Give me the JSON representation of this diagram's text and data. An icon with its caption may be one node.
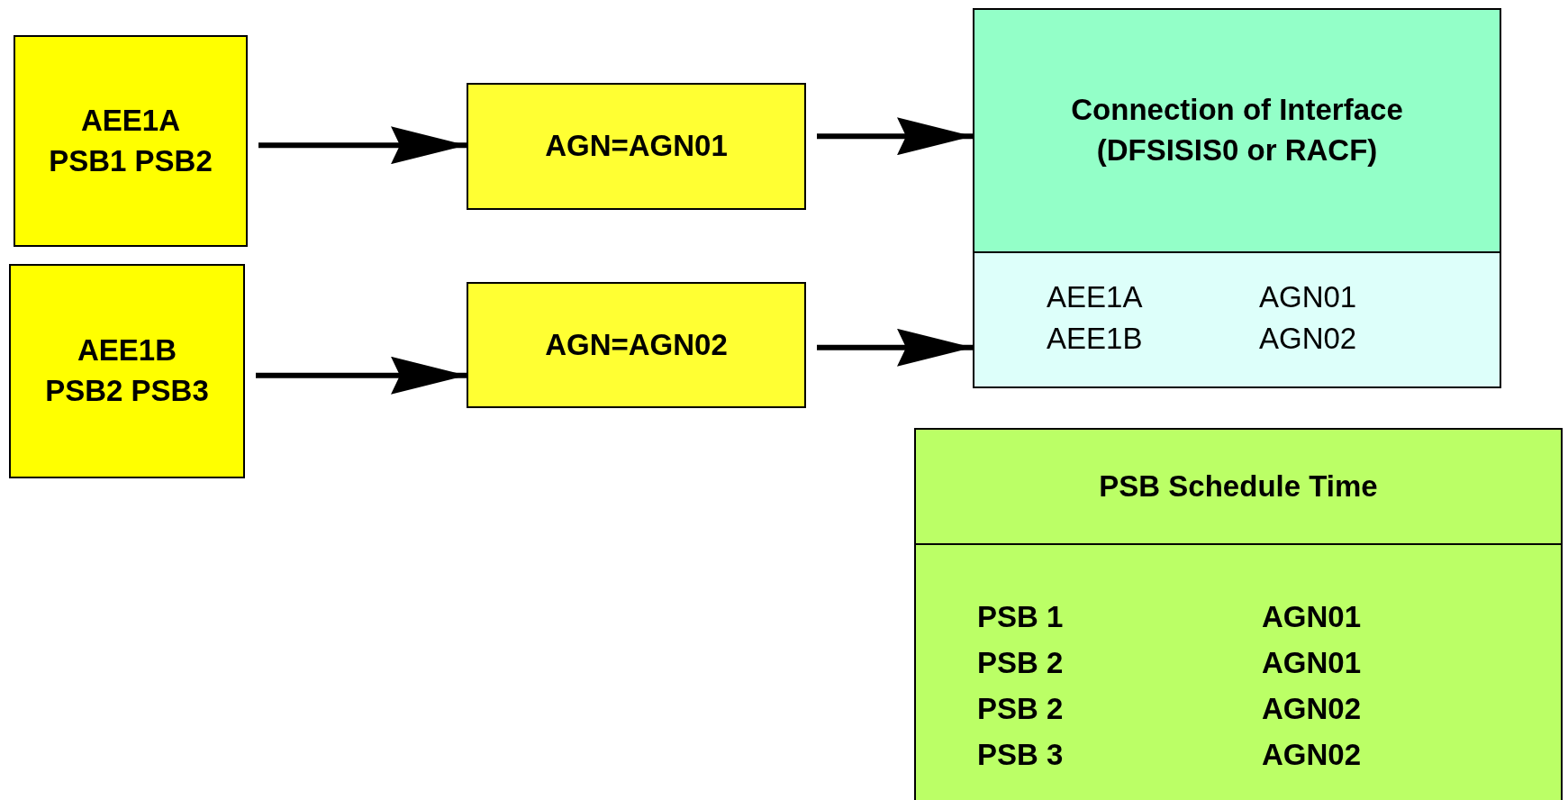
{
  "diagram": {
    "nodes": [
      {
        "text": [
          "AEE1A PSB1 PSB2"
        ]
      },
      {
        "text": [
          "AEE1B PSB2 PSB3"
        ]
      },
      {
        "text": [
          "AGN=AGN01"
        ]
      },
      {
        "text": [
          "AGN=AGN02"
        ]
      },
      {
        "text": [
          "Connection of Interface (DFSISIS0 or RACF)"
        ]
      },
      {
        "text": [
          "AEE1A",
          "AGN01",
          "AEE1B",
          "AGN02"
        ]
      },
      {
        "text": [
          "PSB Schedule Time"
        ]
      },
      {
        "text": [
          "PSB 1",
          "AGN01",
          "PSB 2",
          "AGN01",
          "PSB 2",
          "AGN02",
          "PSB 3",
          "AGN02"
        ]
      }
    ],
    "edges": [
      {
        "from": 0,
        "to": 2,
        "arrow": "to"
      },
      {
        "from": 1,
        "to": 3,
        "arrow": "to"
      },
      {
        "from": 2,
        "to": 4,
        "arrow": "to"
      },
      {
        "from": 3,
        "to": 5,
        "arrow": "to"
      }
    ]
  }
}
